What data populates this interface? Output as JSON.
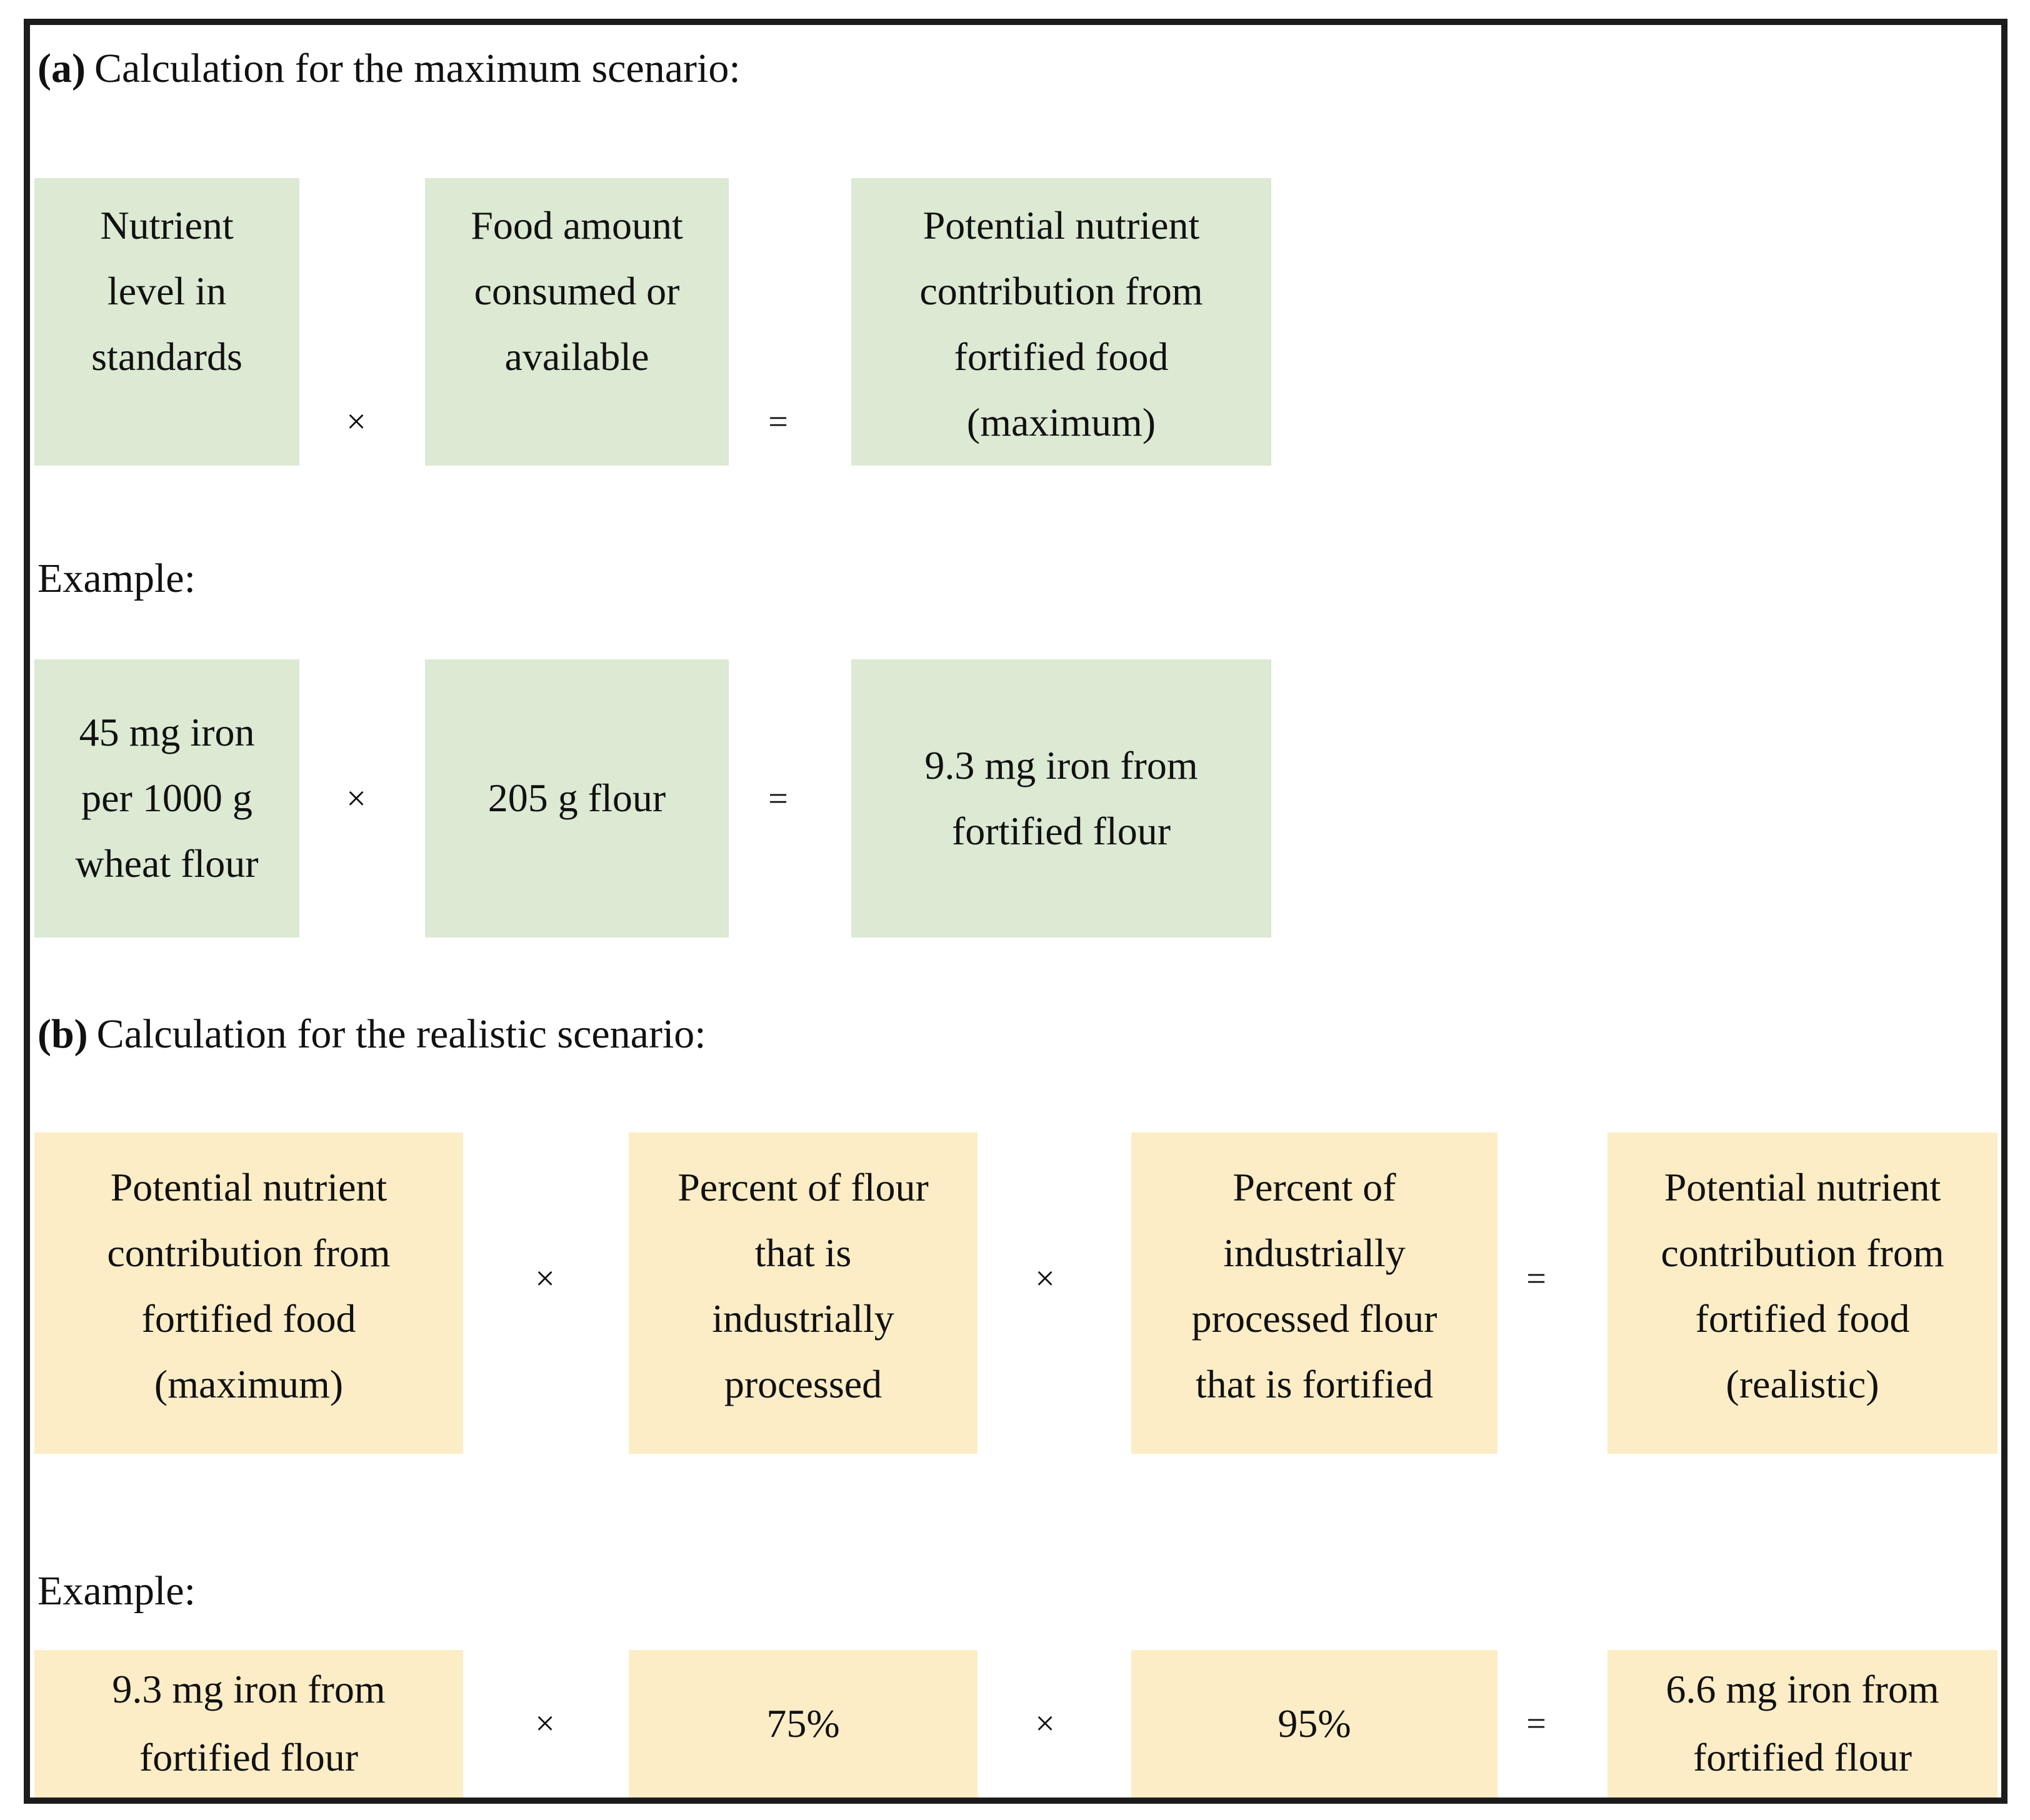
{
  "colors": {
    "green": "#dce9d3",
    "yellow": "#fdedc6",
    "frame": "#1c1c1c"
  },
  "sections": {
    "a": {
      "label": "(a)",
      "title": "Calculation for the maximum scenario:",
      "example_label": "Example:",
      "formula": {
        "term1": "Nutrient\nlevel in\nstandards",
        "op1": "×",
        "term2": "Food amount\nconsumed or\navailable",
        "op2": "=",
        "result": "Potential nutrient\ncontribution from\nfortified food\n(maximum)"
      },
      "example": {
        "term1": "45 mg iron\nper 1000 g\nwheat flour",
        "op1": "×",
        "term2": "205 g flour",
        "op2": "=",
        "result": "9.3 mg iron from\nfortified flour"
      }
    },
    "b": {
      "label": "(b)",
      "title": "Calculation for the realistic scenario:",
      "example_label": "Example:",
      "formula": {
        "term1": "Potential nutrient\ncontribution from\nfortified food\n(maximum)",
        "op1": "×",
        "term2": "Percent of flour\nthat is\nindustrially\nprocessed",
        "op2": "×",
        "term3": "Percent of\nindustrially\nprocessed flour\nthat is fortified",
        "op3": "=",
        "result": "Potential nutrient\ncontribution from\nfortified food\n(realistic)"
      },
      "example": {
        "term1": "9.3 mg iron from\nfortified flour",
        "op1": "×",
        "term2": "75%",
        "op2": "×",
        "term3": "95%",
        "op3": "=",
        "result": "6.6 mg iron from\nfortified flour"
      }
    }
  }
}
